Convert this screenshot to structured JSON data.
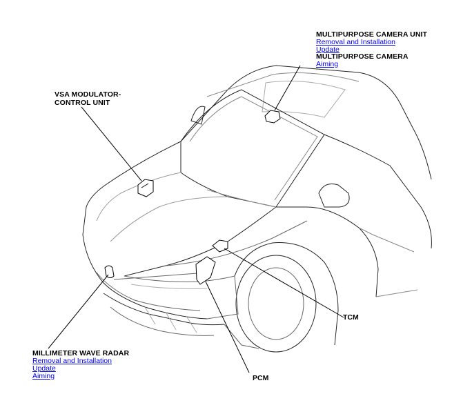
{
  "callouts": {
    "camera_unit": {
      "title": "MULTIPURPOSE CAMERA UNIT",
      "links": [
        "Removal and Installation",
        "Update"
      ]
    },
    "camera": {
      "title": "MULTIPURPOSE CAMERA",
      "links": [
        "Aiming"
      ]
    },
    "vsa": {
      "title": "VSA MODULATOR-\nCONTROL UNIT"
    },
    "radar": {
      "title": "MILLIMETER WAVE RADAR",
      "links": [
        "Removal and Installation",
        "Update",
        "Aiming"
      ]
    },
    "tcm": {
      "title": "TCM"
    },
    "pcm": {
      "title": "PCM"
    }
  }
}
